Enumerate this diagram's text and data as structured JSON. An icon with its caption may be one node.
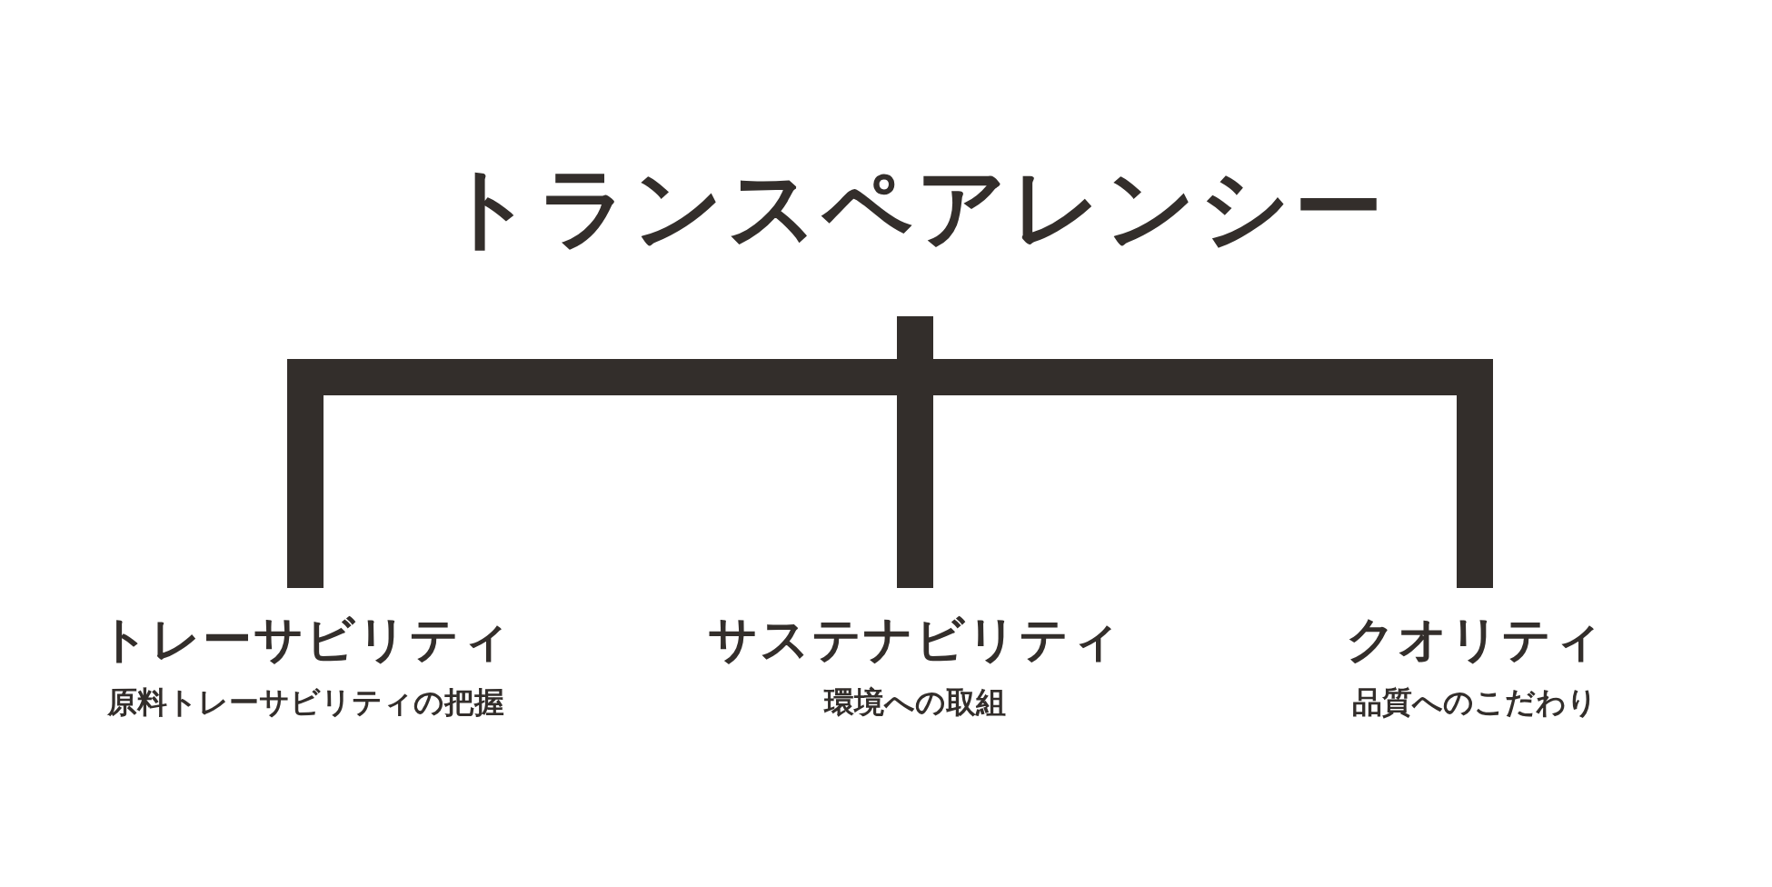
{
  "diagram": {
    "nodes": [
      {
        "text": [
          "トランスペアレンシー"
        ]
      },
      {
        "text": [
          "トレーサビリティ",
          "原料トレーサビリティの把握"
        ]
      },
      {
        "text": [
          "サステナビリティ",
          "環境への取組"
        ]
      },
      {
        "text": [
          "クオリティ",
          "品質へのこだわり"
        ]
      }
    ],
    "edges": [
      {
        "from": 0,
        "to": 1,
        "arrow": "none"
      },
      {
        "from": 0,
        "to": 2,
        "arrow": "none"
      },
      {
        "from": 0,
        "to": 3,
        "arrow": "none"
      }
    ]
  }
}
